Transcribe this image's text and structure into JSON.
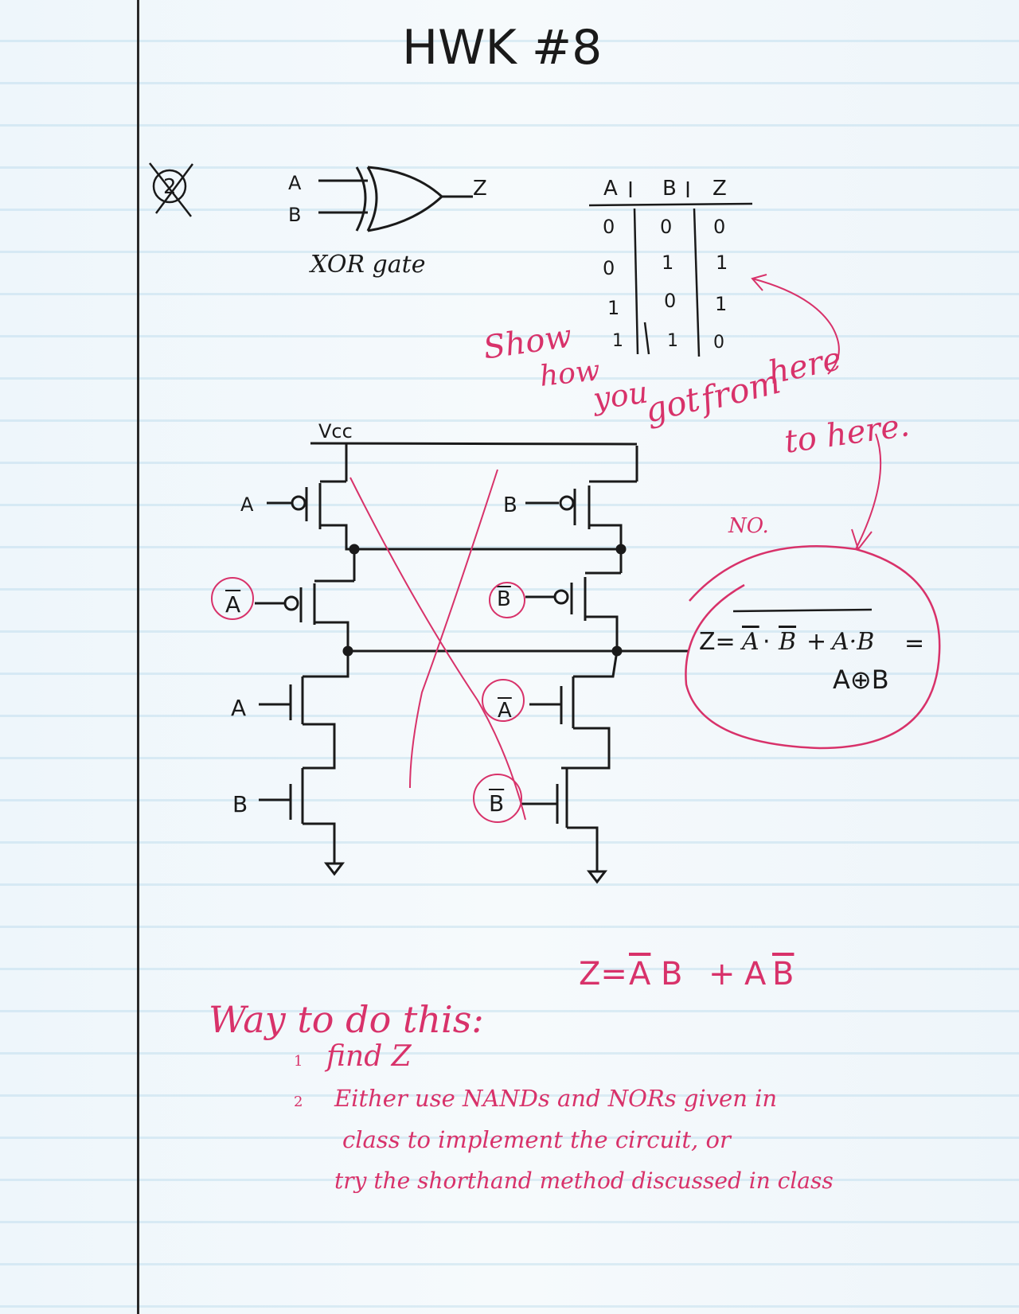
{
  "title": "HWK #8",
  "problem_number": "2",
  "gate": {
    "input_a": "A",
    "input_b": "B",
    "output": "Z",
    "caption": "XOR gate"
  },
  "truth_table": {
    "headers": [
      "A",
      "B",
      "Z"
    ],
    "rows": [
      [
        "0",
        "0",
        "0"
      ],
      [
        "0",
        "1",
        "1"
      ],
      [
        "1",
        "0",
        "1"
      ],
      [
        "1",
        "1",
        "0"
      ]
    ]
  },
  "comment_top": [
    "Show",
    "how",
    "you",
    "got",
    "from",
    "here",
    "to here."
  ],
  "comment_no": "NO.",
  "circuit": {
    "vcc": "Vcc",
    "labels": {
      "pmos_a": "A",
      "pmos_b": "B",
      "pmos_a_bar": "A",
      "pmos_b_bar": "B",
      "nmos_a": "A",
      "nmos_b": "B",
      "nmos_a_bar": "A",
      "nmos_b_bar": "B"
    }
  },
  "equation": {
    "lhs": "Z=",
    "term1_a": "A",
    "dot1": "·",
    "term1_b": "B",
    "plus": "+",
    "term2": "A·B",
    "eq": "=",
    "result": "A⊕B"
  },
  "z_answer": {
    "lhs": "Z=",
    "a_bar": "A",
    "b": "B",
    "plus": "+",
    "a": "A",
    "b_bar": "B"
  },
  "instructions": {
    "heading": "Way to do this:",
    "step1_num": "1",
    "step1": "find Z",
    "step2_num": "2",
    "step2_line1": "Either use NANDs and NORs given in",
    "step2_line2": "class to implement the circuit, or",
    "step2_line3": "try the shorthand method discussed in class"
  },
  "colors": {
    "ink": "#1a1a1a",
    "red_ink": "#d8326a",
    "margin": "#2a2a2a",
    "paper_lines": "#96c8e1"
  }
}
